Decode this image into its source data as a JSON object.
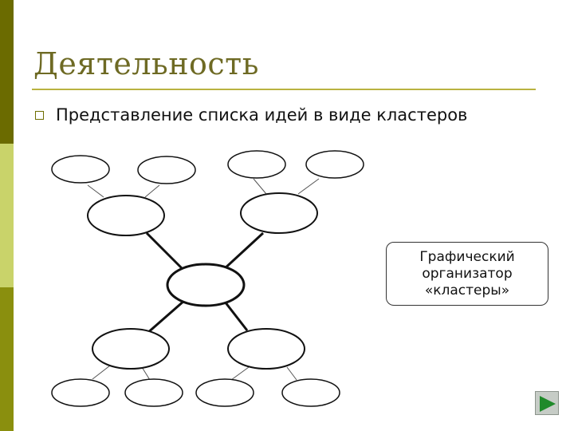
{
  "slide": {
    "title": "Деятельность",
    "bullet": "Представление списка идей в виде кластеров"
  },
  "diagram": {
    "callout_text": "Графический\nорганизатор\n«кластеры»"
  },
  "navigation": {
    "next_icon": "play-triangle-icon"
  },
  "colors": {
    "sidebar_dark": "#6b6b00",
    "sidebar_light": "#c9d36a",
    "sidebar_mid": "#8a8f0e",
    "title": "#6e6a24",
    "rule": "#b9b240",
    "play": "#1f8a2a"
  }
}
